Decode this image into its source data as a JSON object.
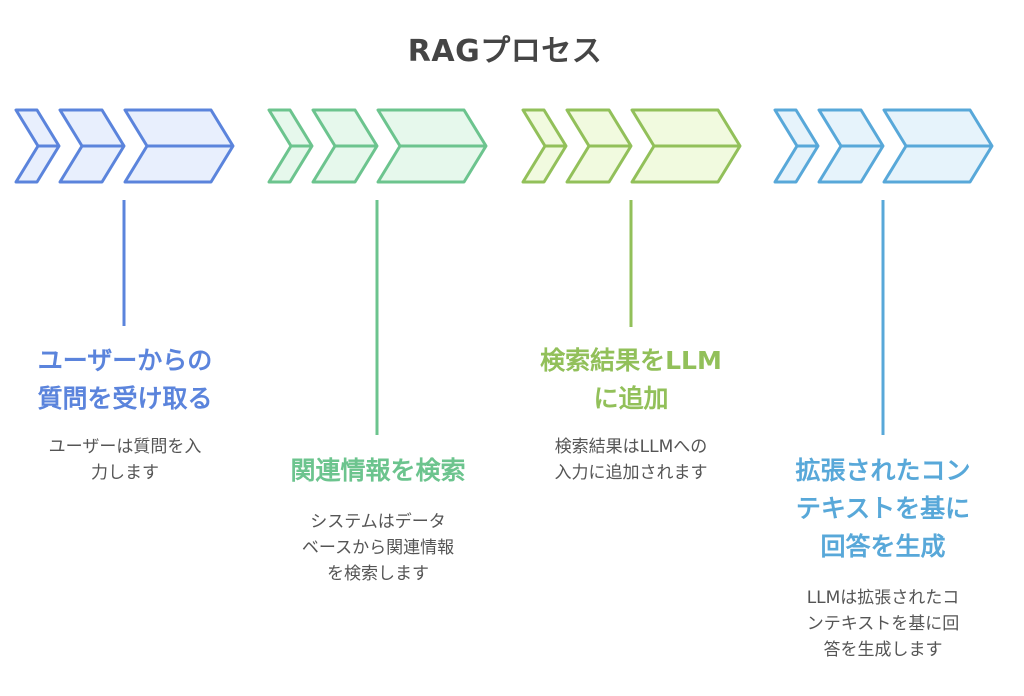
{
  "title": "RAGプロセス",
  "steps": [
    {
      "id": "step-1",
      "heading_lines": [
        "ユーザーからの",
        "質問を受け取る"
      ],
      "description_lines": [
        "ユーザーは質問を入",
        "力します"
      ],
      "stroke": "#5b84dc",
      "fill": "#e8effd",
      "icon": "chevron-arrows-icon"
    },
    {
      "id": "step-2",
      "heading_lines": [
        "関連情報を検索"
      ],
      "description_lines": [
        "システムはデータ",
        "ベースから関連情報",
        "を検索します"
      ],
      "stroke": "#6cc48e",
      "fill": "#e6f8ec",
      "icon": "chevron-arrows-icon"
    },
    {
      "id": "step-3",
      "heading_lines": [
        "検索結果をLLM",
        "に追加"
      ],
      "description_lines": [
        "検索結果はLLMへの",
        "入力に追加されます"
      ],
      "stroke": "#92c05a",
      "fill": "#f1fadf",
      "icon": "chevron-arrows-icon"
    },
    {
      "id": "step-4",
      "heading_lines": [
        "拡張されたコン",
        "テキストを基に",
        "回答を生成"
      ],
      "description_lines": [
        "LLMは拡張されたコ",
        "ンテキストを基に回",
        "答を生成します"
      ],
      "stroke": "#58a8d9",
      "fill": "#e6f3fb",
      "icon": "chevron-arrows-icon"
    }
  ]
}
